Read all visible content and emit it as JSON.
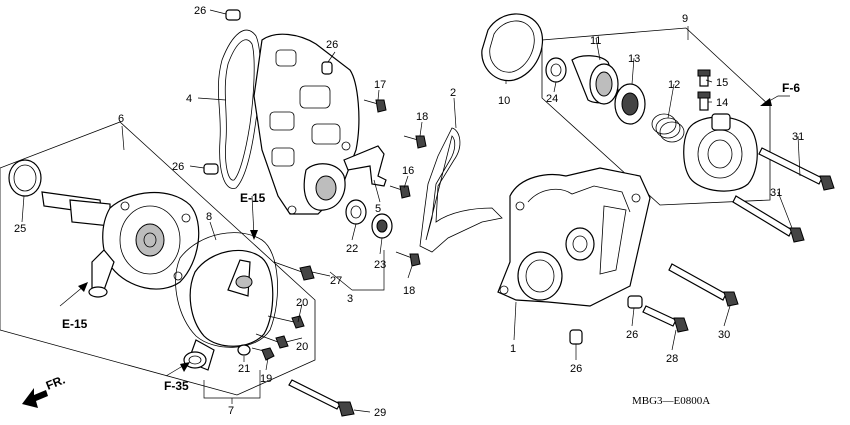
{
  "callouts": [
    {
      "id": "c1",
      "text": "1"
    },
    {
      "id": "c2",
      "text": "2"
    },
    {
      "id": "c3",
      "text": "3"
    },
    {
      "id": "c4",
      "text": "4"
    },
    {
      "id": "c5",
      "text": "5"
    },
    {
      "id": "c6",
      "text": "6"
    },
    {
      "id": "c7",
      "text": "7"
    },
    {
      "id": "c8",
      "text": "8"
    },
    {
      "id": "c9",
      "text": "9"
    },
    {
      "id": "c10",
      "text": "10"
    },
    {
      "id": "c11",
      "text": "11"
    },
    {
      "id": "c12",
      "text": "12"
    },
    {
      "id": "c13",
      "text": "13"
    },
    {
      "id": "c14",
      "text": "14"
    },
    {
      "id": "c15",
      "text": "15"
    },
    {
      "id": "c16",
      "text": "16"
    },
    {
      "id": "c17",
      "text": "17"
    },
    {
      "id": "c18a",
      "text": "18"
    },
    {
      "id": "c18b",
      "text": "18"
    },
    {
      "id": "c19",
      "text": "19"
    },
    {
      "id": "c20a",
      "text": "20"
    },
    {
      "id": "c20b",
      "text": "20"
    },
    {
      "id": "c21",
      "text": "21"
    },
    {
      "id": "c22",
      "text": "22"
    },
    {
      "id": "c23",
      "text": "23"
    },
    {
      "id": "c24",
      "text": "24"
    },
    {
      "id": "c25",
      "text": "25"
    },
    {
      "id": "c26a",
      "text": "26"
    },
    {
      "id": "c26b",
      "text": "26"
    },
    {
      "id": "c26c",
      "text": "26"
    },
    {
      "id": "c26d",
      "text": "26"
    },
    {
      "id": "c26e",
      "text": "26"
    },
    {
      "id": "c27",
      "text": "27"
    },
    {
      "id": "c28",
      "text": "28"
    },
    {
      "id": "c29",
      "text": "29"
    },
    {
      "id": "c30",
      "text": "30"
    },
    {
      "id": "c31a",
      "text": "31"
    },
    {
      "id": "c31b",
      "text": "31"
    }
  ],
  "references": {
    "e15_left": "E-15",
    "e15_center": "E-15",
    "f35": "F-35",
    "f6": "F-6",
    "front": "FR."
  },
  "diagram_code": "MBG3—E0800A"
}
